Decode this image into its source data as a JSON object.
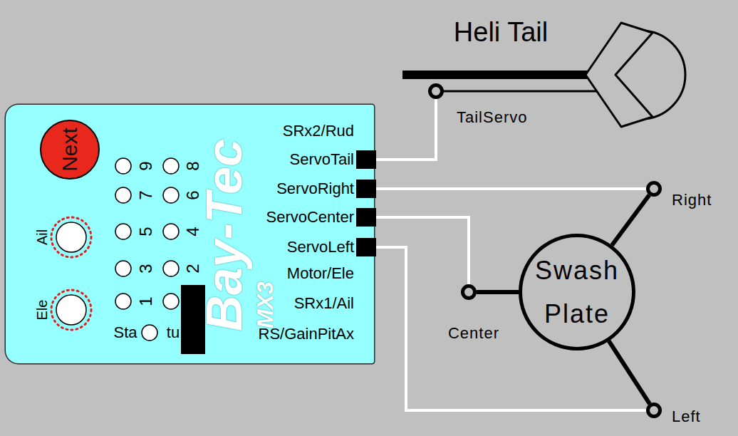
{
  "diagram": {
    "nodes": [
      {
        "text": [
          "Bay-Tec",
          "MX3"
        ]
      },
      {
        "text": [
          "Next"
        ],
        "in": 0
      },
      {
        "text": [
          "ServoTail"
        ],
        "in": 0
      },
      {
        "text": [
          "ServoRight"
        ],
        "in": 0
      },
      {
        "text": [
          "ServoCenter"
        ],
        "in": 0
      },
      {
        "text": [
          "ServoLeft"
        ],
        "in": 0
      },
      {
        "text": [
          "TailServo"
        ]
      },
      {
        "text": [
          "Right"
        ]
      },
      {
        "text": [
          "Swash Plate"
        ]
      },
      {
        "text": [
          "Center"
        ]
      },
      {
        "text": [
          "Left"
        ]
      }
    ],
    "edges": [
      {
        "from": 2,
        "to": 6,
        "arrow": "none"
      },
      {
        "from": 3,
        "to": 7,
        "arrow": "none"
      },
      {
        "from": 4,
        "to": 9,
        "arrow": "none"
      },
      {
        "from": 5,
        "to": 10,
        "arrow": "none"
      },
      {
        "from": 8,
        "to": 7,
        "arrow": "none"
      },
      {
        "from": 8,
        "to": 9,
        "arrow": "none"
      },
      {
        "from": 8,
        "to": 10,
        "arrow": "none"
      }
    ],
    "labels": [
      "Heli Tail",
      "SRx2/Rud",
      "9",
      "8",
      "7",
      "6",
      "Ail",
      "5",
      "4",
      "3",
      "2",
      "Ele",
      "1",
      "Sta",
      "tu",
      "Motor/Ele",
      "SRx1/Ail",
      "RS/GainPitAx"
    ]
  }
}
